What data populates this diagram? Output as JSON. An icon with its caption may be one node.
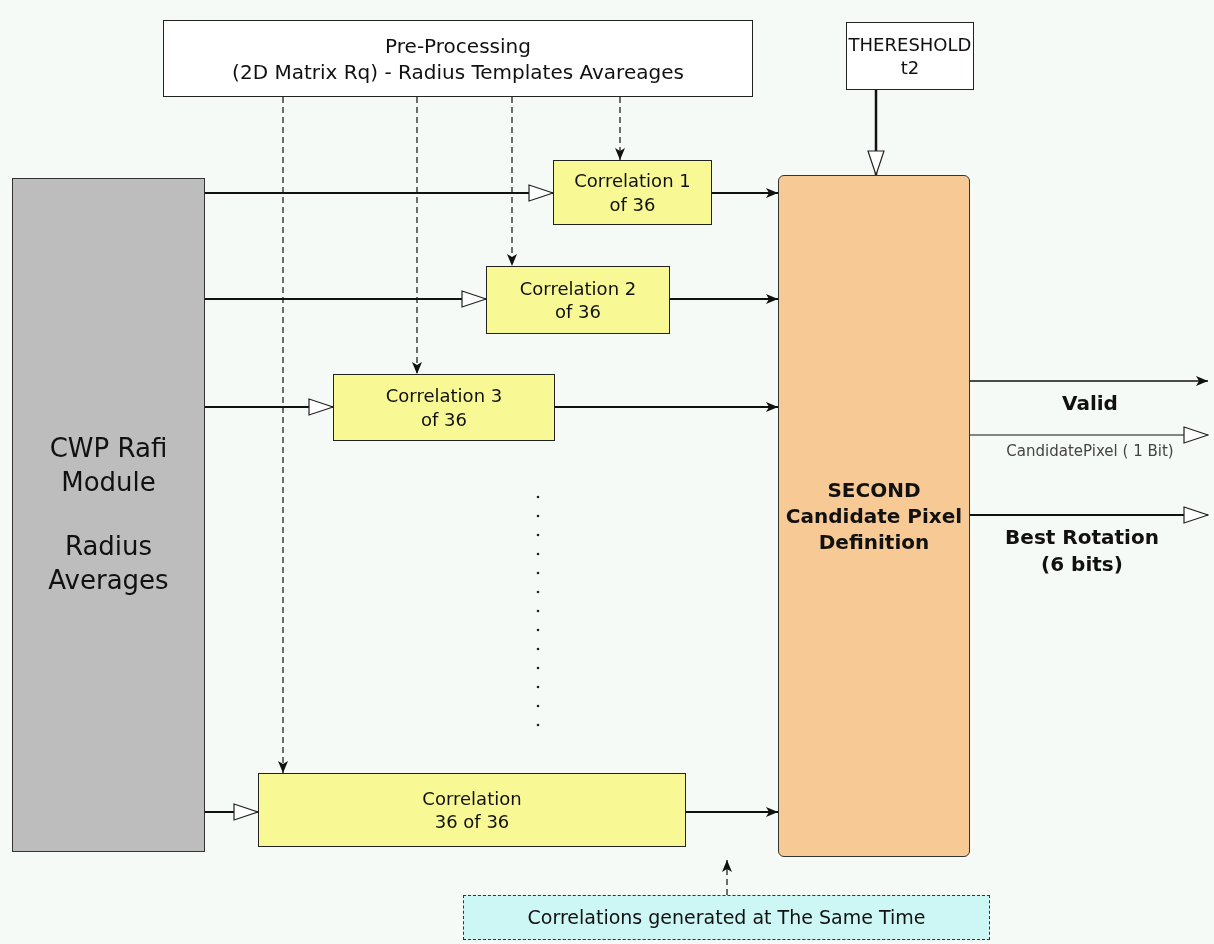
{
  "diagram": {
    "nodes": [
      {
        "text": [
          "Pre-Processing",
          "(2D Matrix Rq) - Radius Templates Avareages"
        ]
      },
      {
        "text": [
          "THERESHOLD t2"
        ]
      },
      {
        "text": [
          "CWP Rafi Module",
          "Radius Averages"
        ]
      },
      {
        "text": [
          "Correlation 1 of 36"
        ]
      },
      {
        "text": [
          "Correlation 2 of 36"
        ]
      },
      {
        "text": [
          "Correlation 3 of 36"
        ]
      },
      {
        "text": [
          "Correlation 36 of 36"
        ]
      },
      {
        "text": [
          "SECOND Candidate Pixel Definition"
        ]
      },
      {
        "text": [
          "Correlations generated at The Same Time"
        ]
      }
    ],
    "edges": [
      {
        "from": 0,
        "to": 3,
        "arrow": "to",
        "style": "dashed"
      },
      {
        "from": 0,
        "to": 4,
        "arrow": "to",
        "style": "dashed"
      },
      {
        "from": 0,
        "to": 5,
        "arrow": "to",
        "style": "dashed"
      },
      {
        "from": 0,
        "to": 6,
        "arrow": "to",
        "style": "dashed"
      },
      {
        "from": 2,
        "to": 3,
        "arrow": "to"
      },
      {
        "from": 2,
        "to": 4,
        "arrow": "to"
      },
      {
        "from": 2,
        "to": 5,
        "arrow": "to"
      },
      {
        "from": 2,
        "to": 6,
        "arrow": "to"
      },
      {
        "from": 3,
        "to": 7,
        "arrow": "to"
      },
      {
        "from": 4,
        "to": 7,
        "arrow": "to"
      },
      {
        "from": 5,
        "to": 7,
        "arrow": "to"
      },
      {
        "from": 6,
        "to": 7,
        "arrow": "to"
      },
      {
        "from": 1,
        "to": 7,
        "arrow": "to"
      },
      {
        "from": 8,
        "to": null,
        "arrow": "to",
        "style": "dashed"
      },
      {
        "from": 7,
        "to": null,
        "arrow": "to",
        "label": "Valid"
      },
      {
        "from": 7,
        "to": null,
        "arrow": "to",
        "label": "CandidatePixel ( 1 Bit)"
      },
      {
        "from": 7,
        "to": null,
        "arrow": "to",
        "label": "Best Rotation (6 bits)"
      }
    ]
  }
}
